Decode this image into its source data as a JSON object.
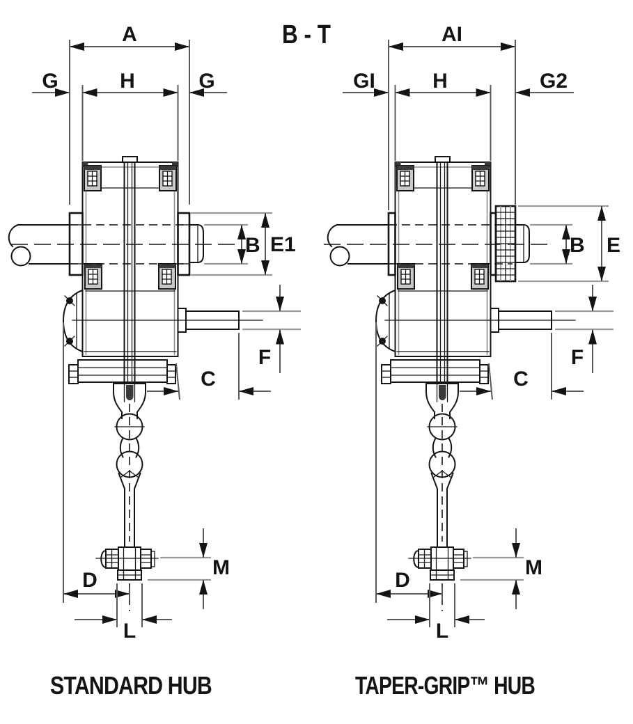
{
  "title": "B - T",
  "shared_dimensions": {
    "hub_width": "H",
    "output_shaft_diameter": "F",
    "shaft_extension": "C",
    "torque_arm_offset": "D",
    "pad_width": "L",
    "pad_thickness": "M"
  },
  "figures": [
    {
      "caption": "STANDARD HUB",
      "dimensions": {
        "overall_width": "A",
        "gap_left": "G",
        "gap_right": "G",
        "bore": "B",
        "hub_diameter": "E1"
      }
    },
    {
      "caption": "TAPER-GRIP™ HUB",
      "dimensions": {
        "overall_width": "AI",
        "gap_left": "GI",
        "gap_right": "G2",
        "bore": "B",
        "hub_diameter": "E"
      }
    }
  ],
  "colors": {
    "ink": "#141414",
    "dim_line": "#5a5a5a",
    "background": "#ffffff"
  }
}
